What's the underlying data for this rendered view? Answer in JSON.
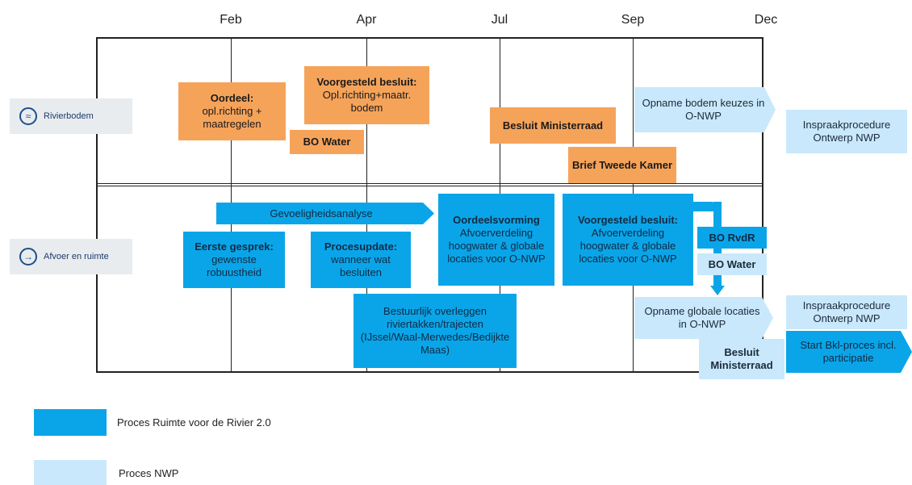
{
  "months": [
    "Feb",
    "Apr",
    "Jul",
    "Sep",
    "Dec"
  ],
  "rows": {
    "rivierbodem": {
      "label": "Rivierbodem",
      "icon": "river-bed-icon"
    },
    "afvoer": {
      "label": "Afvoer en ruimte",
      "icon": "flow-arrow-icon"
    }
  },
  "boxes": {
    "oordeel_title": "Oordeel:",
    "oordeel_body": "opl.richting + maatregelen",
    "voorgesteld1_title": "Voorgesteld besluit:",
    "voorgesteld1_body": "Opl.richting+maatr. bodem",
    "bo_water_top": "BO Water",
    "besluit_mr_top": "Besluit Ministerraad",
    "brief_tk": "Brief Tweede Kamer",
    "opname_bodem": "Opname bodem keuzes in O-NWP",
    "inspraak_top": "Inspraakprocedure Ontwerp NWP",
    "gevoeligheid": "Gevoeligheidsanalyse",
    "eerste_title": "Eerste gesprek:",
    "eerste_body": "gewenste robuustheid",
    "procesupdate_title": "Procesupdate:",
    "procesupdate_body": "wanneer wat besluiten",
    "oordeelsvorming_title": "Oordeelsvorming",
    "oordeelsvorming_body": "Afvoerverdeling hoogwater & globale locaties voor O-NWP",
    "voorgesteld2_title": "Voorgesteld besluit:",
    "voorgesteld2_body": "Afvoerverdeling hoogwater & globale locaties voor O-NWP",
    "bo_rvdr": "BO RvdR",
    "bo_water_bottom": "BO Water",
    "bestuurlijk": "Bestuurlijk overleggen riviertakken/trajecten (IJssel/Waal-Merwedes/Bedijkte Maas)",
    "opname_globale": "Opname globale locaties in O-NWP",
    "inspraak_bottom": "Inspraakprocedure Ontwerp NWP",
    "besluit_mr_bottom": "Besluit Ministerraad",
    "start_bkl": "Start Bkl-proces incl. participatie"
  },
  "legend": [
    {
      "label": "Proces Ruimte voor de Rivier 2.0",
      "color": "#0aa5e8"
    },
    {
      "label": "Proces NWP",
      "color": "#c9e8fb"
    }
  ],
  "colors": {
    "orange": "#f6a35a",
    "blue": "#0aa5e8",
    "light": "#c9e8fb"
  }
}
